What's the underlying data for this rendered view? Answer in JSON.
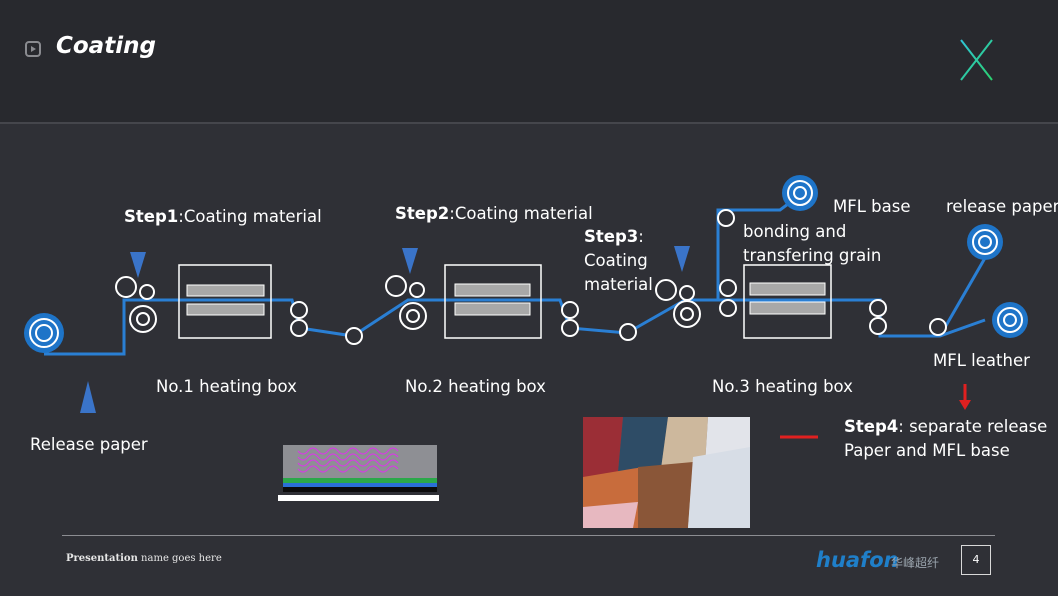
{
  "title": "Coating",
  "labels": {
    "step1_bold": "Step1",
    "step1_text": ":Coating material",
    "step2_bold": "Step2",
    "step2_text": ":Coating material",
    "step3_bold": "Step3",
    "step3_line1": ":",
    "step3_line2": "Coating",
    "step3_line3": "material",
    "mfl_base": "MFL base",
    "release_paper_top": "release paper",
    "bonding_line1": "bonding and",
    "bonding_line2": "transfering grain",
    "heating_box_1": "No.1 heating box",
    "heating_box_2": "No.2 heating box",
    "heating_box_3": "No.3 heating box",
    "mfl_leather": "MFL leather",
    "release_paper_bottom": "Release paper",
    "step4_bold": "Step4",
    "step4_line1": ": separate release",
    "step4_line2": "Paper and MFL base"
  },
  "footer": {
    "presentation_bold": "Presentation",
    "presentation_rest": " name goes here",
    "logo": "huafon",
    "logo_cn": "华峰超纤",
    "page_number": "4"
  },
  "colors": {
    "line": "#2a7fd4",
    "arrow_blue": "#3a74c9",
    "arrow_red": "#e02020",
    "accent_x_cyan": "#2fc4d6",
    "accent_x_green": "#2bd16e"
  },
  "icons": {
    "x_mark": "x-logo-icon",
    "play": "play-box-icon"
  }
}
